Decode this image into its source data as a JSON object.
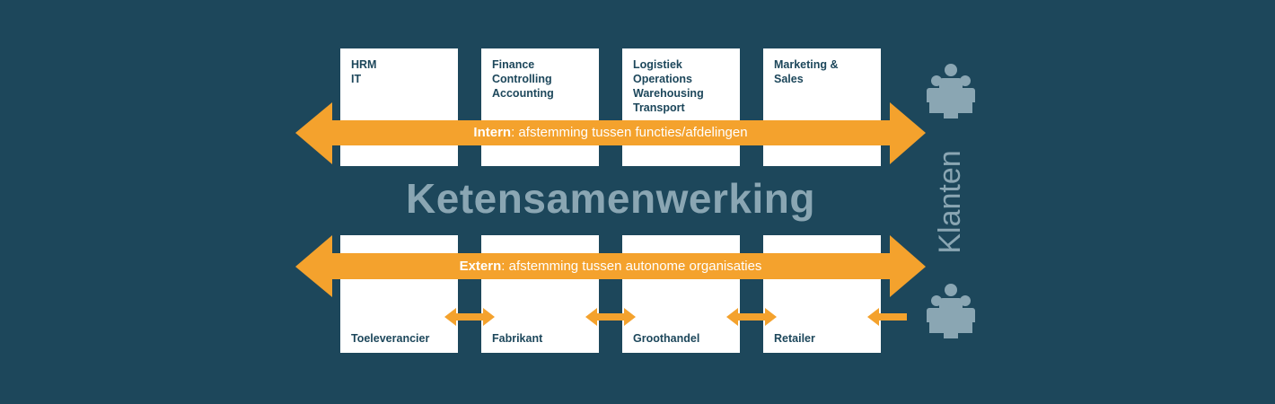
{
  "title": "Ketensamenwerking",
  "side_label": "Klanten",
  "colors": {
    "background": "#1d475b",
    "arrow": "#f4a22d",
    "box": "#ffffff",
    "box_text": "#1d475b",
    "muted": "#8aa6b3"
  },
  "internal_boxes": [
    {
      "lines": [
        "HRM",
        "IT"
      ]
    },
    {
      "lines": [
        "Finance",
        "Controlling",
        "Accounting"
      ]
    },
    {
      "lines": [
        "Logistiek",
        "Operations",
        "Warehousing",
        "Transport"
      ]
    },
    {
      "lines": [
        "Marketing &",
        "Sales"
      ]
    }
  ],
  "external_boxes": [
    {
      "label": "Toeleverancier"
    },
    {
      "label": "Fabrikant"
    },
    {
      "label": "Groothandel"
    },
    {
      "label": "Retailer"
    }
  ],
  "internal_arrow": {
    "bold": "Intern",
    "text": ": afstemming tussen functies/afdelingen"
  },
  "external_arrow": {
    "bold": "Extern",
    "text": ": afstemming tussen autonome organisaties"
  },
  "icons": {
    "customers_top": "people-group-icon",
    "customers_bottom": "people-group-icon"
  }
}
